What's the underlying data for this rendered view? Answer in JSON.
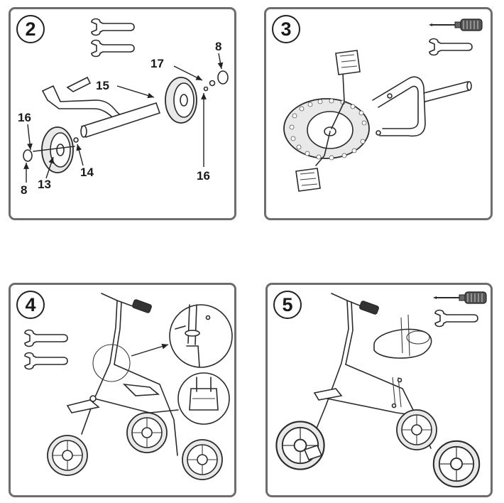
{
  "steps": [
    {
      "number": "2",
      "callouts": [
        "8",
        "17",
        "15",
        "16",
        "14",
        "13",
        "8",
        "16"
      ],
      "tools": [
        "wrench-icon",
        "wrench-icon"
      ]
    },
    {
      "number": "3",
      "tools": [
        "screwdriver-icon",
        "wrench-icon"
      ]
    },
    {
      "number": "4",
      "tools": [
        "wrench-icon",
        "wrench-icon"
      ]
    },
    {
      "number": "5",
      "tools": [
        "screwdriver-icon",
        "wrench-icon"
      ]
    }
  ],
  "colors": {
    "border": "#6d6d6d",
    "ink": "#2a2a2a",
    "tire": "#e9e9e9"
  }
}
